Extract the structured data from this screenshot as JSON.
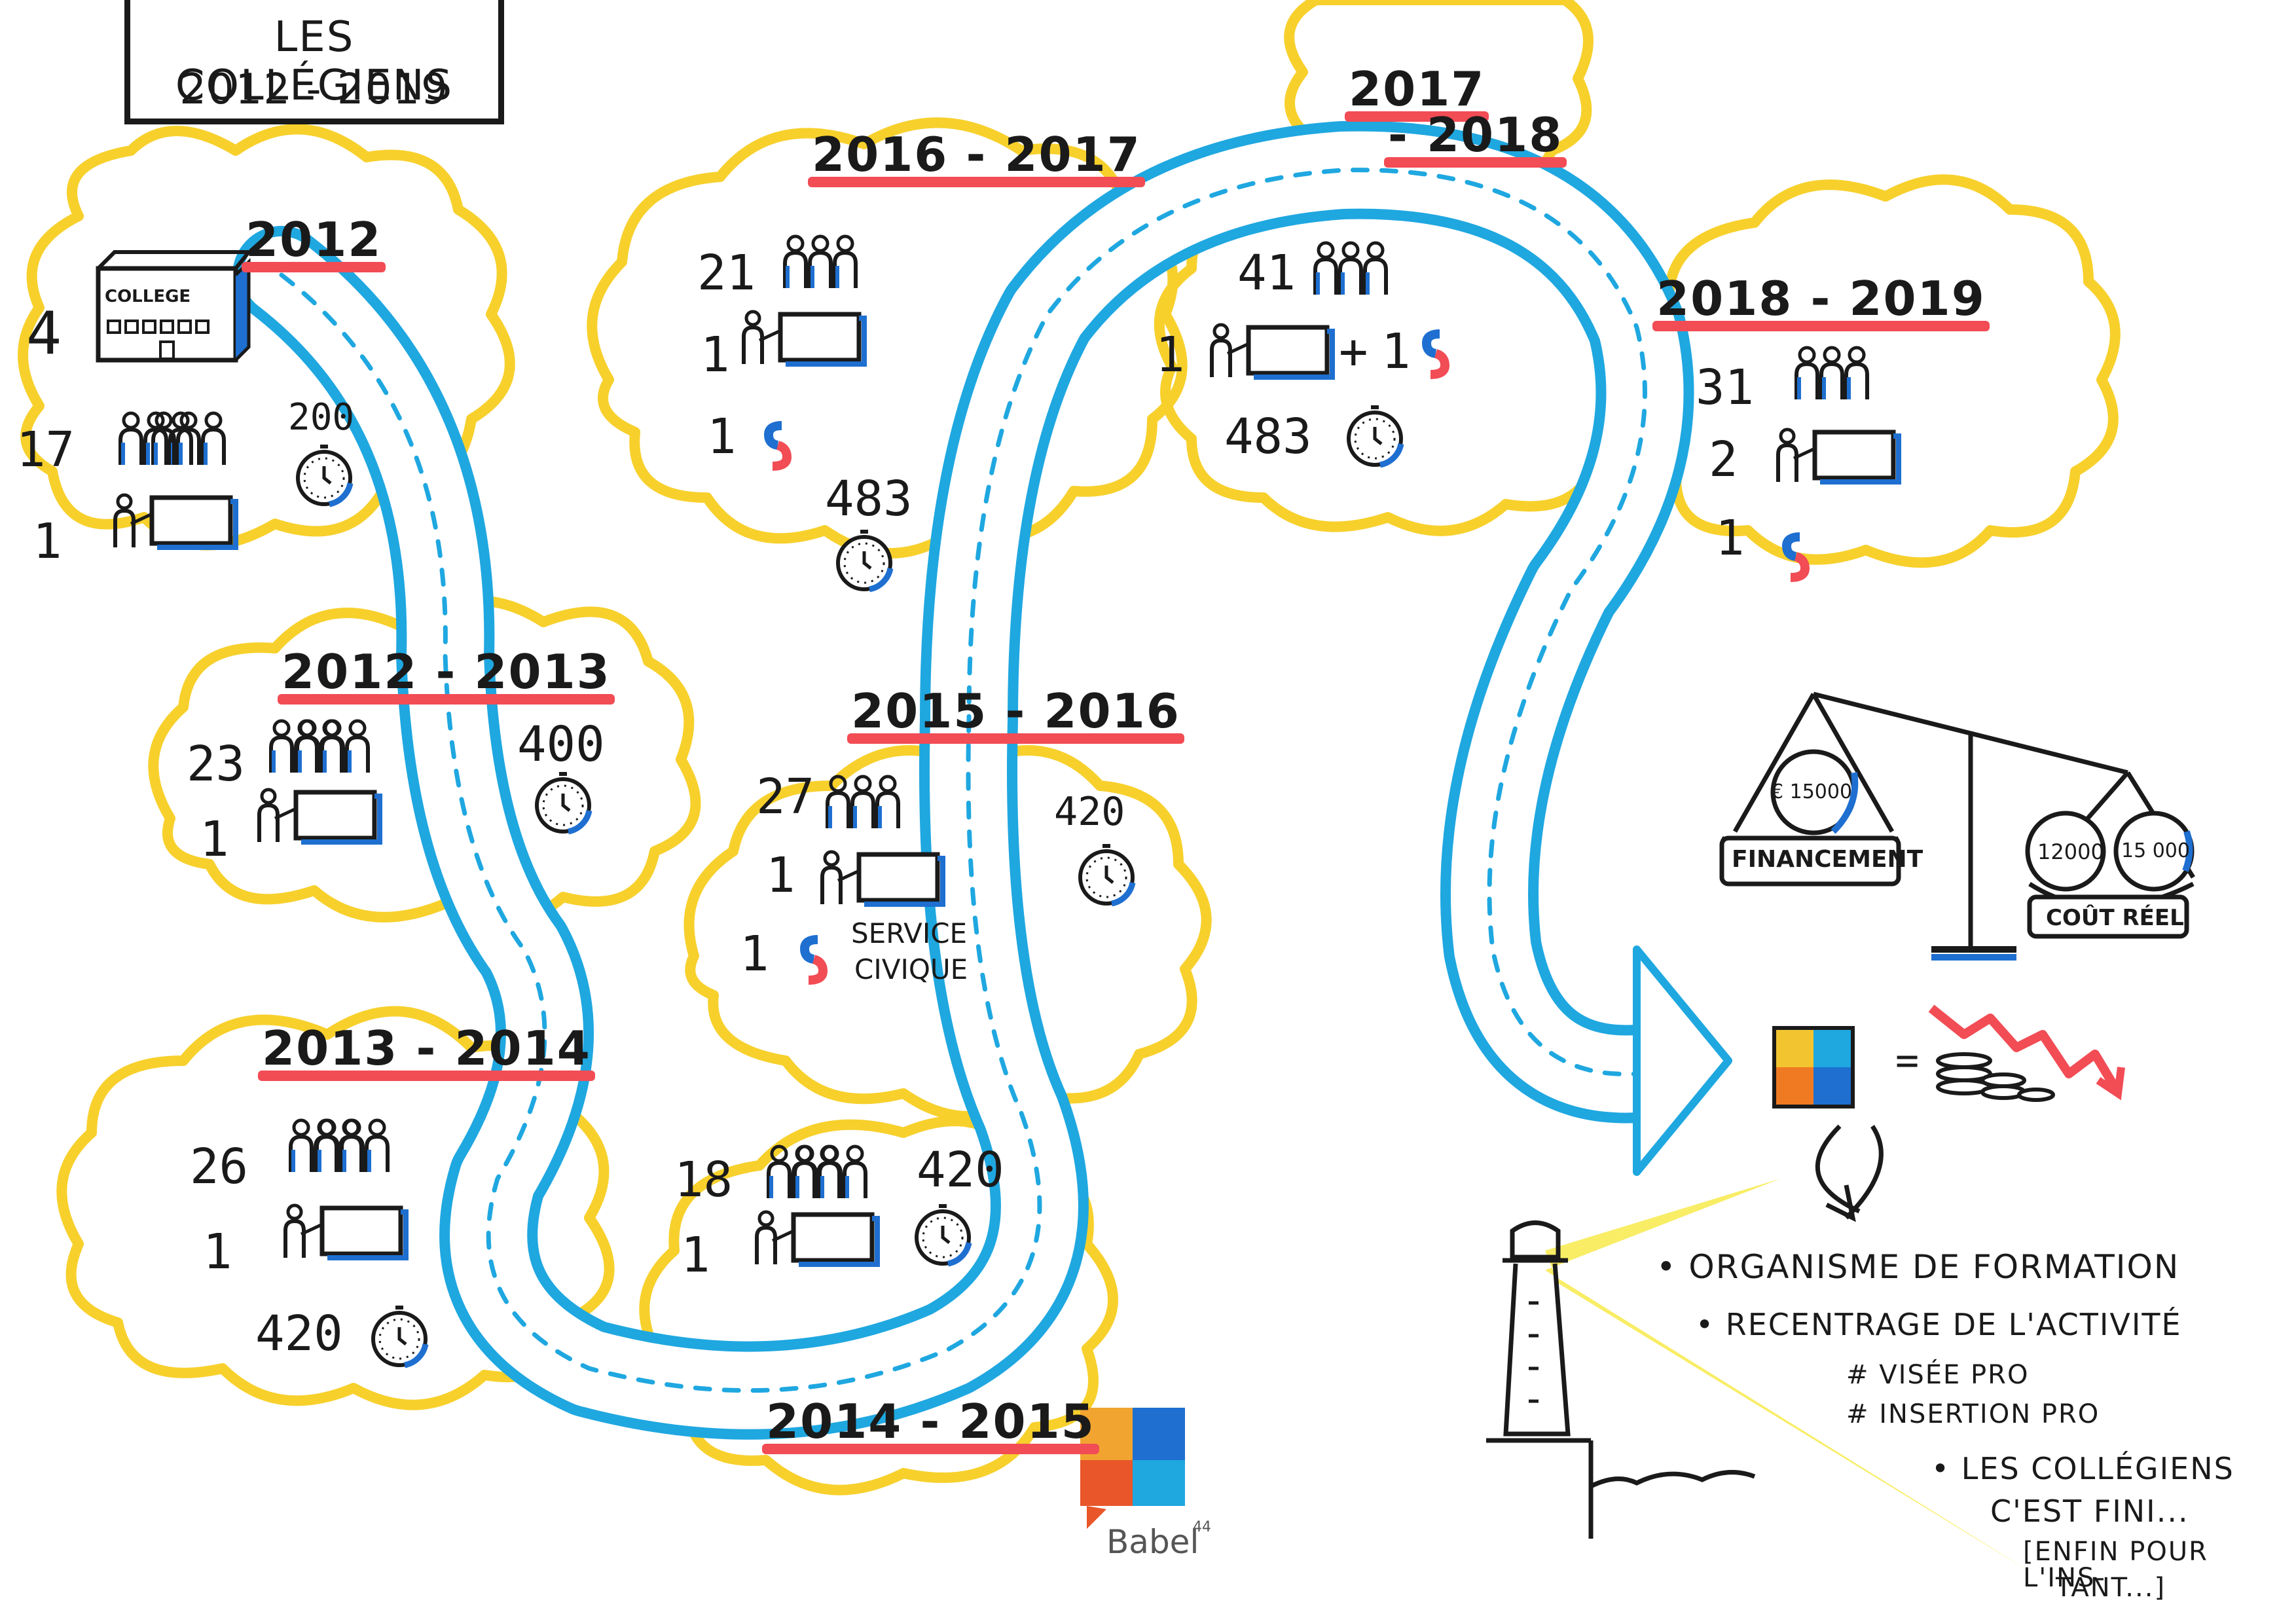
{
  "title": {
    "line1": "LES COLLÉGIENS",
    "line2": "2012 - 2019"
  },
  "colors": {
    "cloud": "#f7d02c",
    "river": "#1fa7e0",
    "underline": "#f24c55",
    "ink": "#1a1a1a",
    "blue_fill": "#1e6fd0"
  },
  "periods": [
    {
      "year": "2012",
      "college_count": "4",
      "college_sign": "COLLEGE",
      "students": "17",
      "teachers": "1",
      "hours": "200"
    },
    {
      "year": "2012 - 2013",
      "students": "23",
      "teachers": "1",
      "hours": "400"
    },
    {
      "year": "2013 - 2014",
      "students": "26",
      "teachers": "1",
      "hours": "420"
    },
    {
      "year": "2014 - 2015",
      "students": "18",
      "teachers": "1",
      "hours": "420"
    },
    {
      "year": "2015 - 2016",
      "students": "27",
      "teachers": "1",
      "civic": "1",
      "civic_label_1": "SERVICE",
      "civic_label_2": "CIVIQUE",
      "hours": "420"
    },
    {
      "year": "2016 - 2017",
      "students": "21",
      "teachers": "1",
      "civic": "1",
      "hours": "483"
    },
    {
      "year_part1": "2017",
      "year_part2": "- 2018",
      "students": "41",
      "teachers": "1",
      "plus": "+",
      "civic": "1",
      "hours": "483"
    },
    {
      "year": "2018 - 2019",
      "students": "31",
      "teachers": "2",
      "civic": "1"
    }
  ],
  "balance": {
    "left_bag": "€ 15000",
    "left_label": "FINANCEMENT",
    "right_bag_1": "12000",
    "right_bag_2": "15 000",
    "right_label": "COÛT RÉEL"
  },
  "equation": {
    "equals": "="
  },
  "notes": {
    "n1": "ORGANISME DE FORMATION",
    "n2": "RECENTRAGE DE L'ACTIVITÉ",
    "n3": "# VISÉE PRO",
    "n4": "# INSERTION PRO",
    "n5": "LES COLLÉGIENS",
    "n6": "C'EST FINI...",
    "n7": "[ENFIN POUR L'INS-",
    "n8": "TANT...]"
  },
  "logo": {
    "text": "Babel",
    "sup": "44"
  }
}
